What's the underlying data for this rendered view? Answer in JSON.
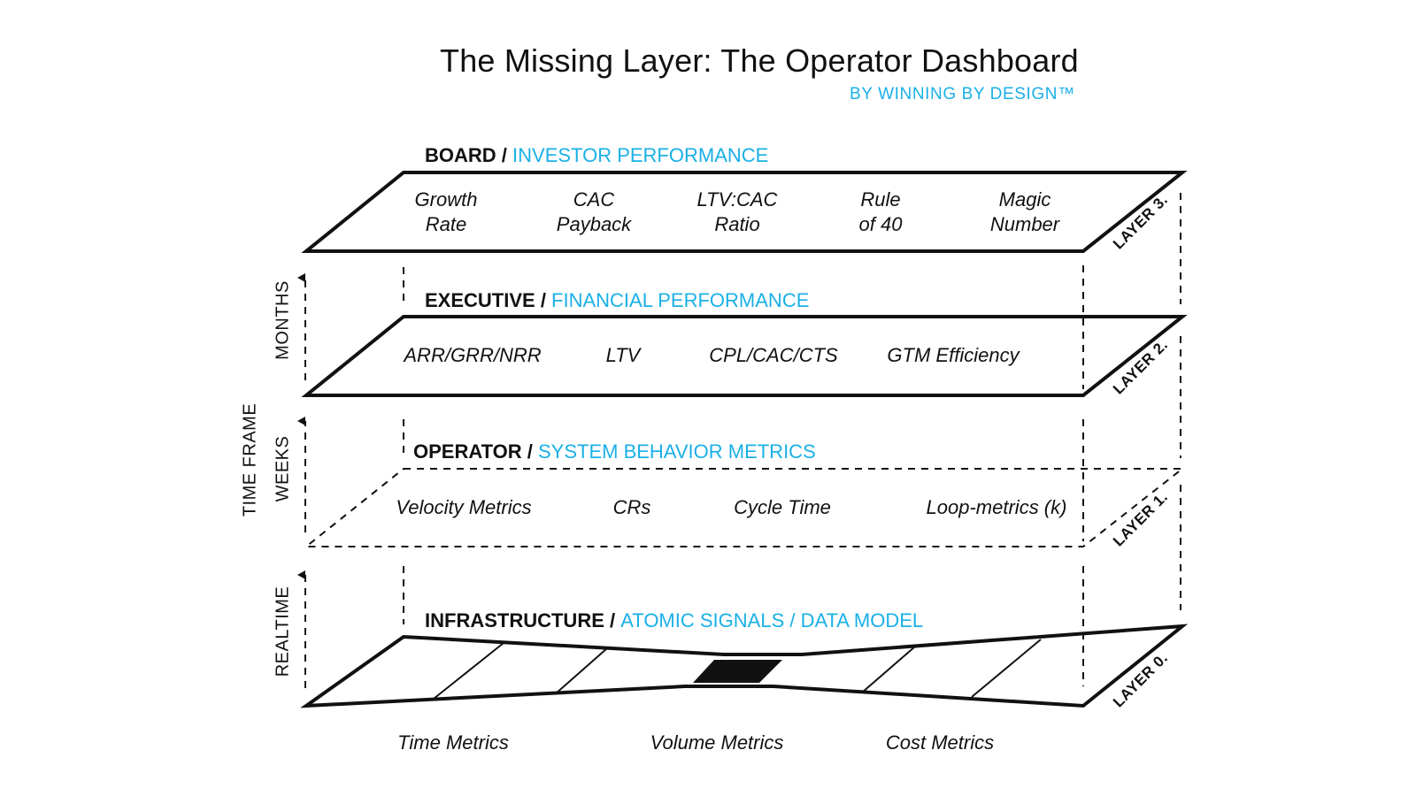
{
  "title": "The Missing Layer: The Operator Dashboard",
  "subtitle": "BY WINNING BY DESIGN™",
  "accent_color": "#1ab0e6",
  "axis": {
    "time_frame": "TIME FRAME",
    "months": "MONTHS",
    "weeks": "WEEKS",
    "realtime": "REALTIME"
  },
  "layers": {
    "board": {
      "label": "BOARD",
      "sep": " / ",
      "accent": "INVESTOR PERFORMANCE",
      "layer_label": "LAYER 3.",
      "metrics": [
        {
          "line1": "Growth",
          "line2": "Rate"
        },
        {
          "line1": "CAC",
          "line2": "Payback"
        },
        {
          "line1": "LTV:CAC",
          "line2": "Ratio"
        },
        {
          "line1": "Rule",
          "line2": "of 40"
        },
        {
          "line1": "Magic",
          "line2": "Number"
        }
      ]
    },
    "executive": {
      "label": "EXECUTIVE",
      "sep": " / ",
      "accent": "FINANCIAL PERFORMANCE",
      "layer_label": "LAYER 2.",
      "metrics": [
        "ARR/GRR/NRR",
        "LTV",
        "CPL/CAC/CTS",
        "GTM Efficiency"
      ]
    },
    "operator": {
      "label": "OPERATOR",
      "sep": " / ",
      "accent": "SYSTEM BEHAVIOR METRICS",
      "layer_label": "LAYER 1.",
      "metrics": [
        "Velocity Metrics",
        "CRs",
        "Cycle Time",
        "Loop-metrics (k)"
      ]
    },
    "infrastructure": {
      "label": "INFRASTRUCTURE",
      "sep": " / ",
      "accent": "ATOMIC SIGNALS / DATA MODEL",
      "layer_label": "LAYER 0.",
      "metrics": [
        "Time Metrics",
        "Volume Metrics",
        "Cost Metrics"
      ]
    }
  }
}
